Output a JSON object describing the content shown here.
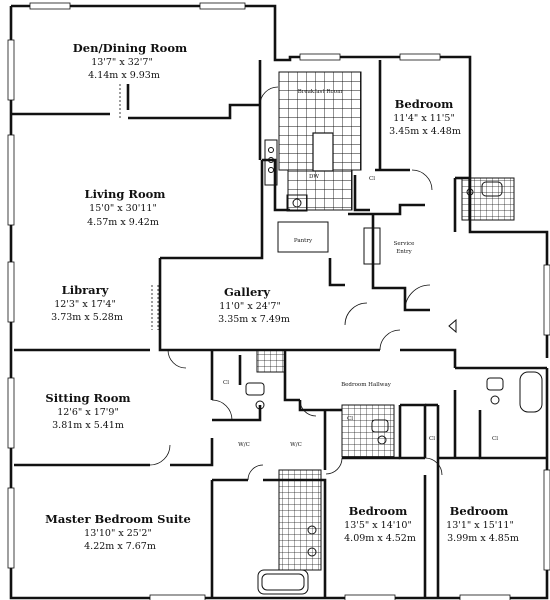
{
  "rooms": {
    "den_dining": {
      "name": "Den/Dining Room",
      "dim_imperial": "13'7\" x 32'7\"",
      "dim_metric": "4.14m x 9.93m"
    },
    "living": {
      "name": "Living Room",
      "dim_imperial": "15'0\" x 30'11\"",
      "dim_metric": "4.57m x 9.42m"
    },
    "library": {
      "name": "Library",
      "dim_imperial": "12'3\" x 17'4\"",
      "dim_metric": "3.73m x 5.28m"
    },
    "gallery": {
      "name": "Gallery",
      "dim_imperial": "11'0\" x 24'7\"",
      "dim_metric": "3.35m x 7.49m"
    },
    "sitting": {
      "name": "Sitting Room",
      "dim_imperial": "12'6\" x 17'9\"",
      "dim_metric": "3.81m x 5.41m"
    },
    "master": {
      "name": "Master Bedroom Suite",
      "dim_imperial": "13'10\" x 25'2\"",
      "dim_metric": "4.22m x 7.67m"
    },
    "bedroom_ne": {
      "name": "Bedroom",
      "dim_imperial": "11'4\" x 11'5\"",
      "dim_metric": "3.45m x 4.48m"
    },
    "bedroom_s1": {
      "name": "Bedroom",
      "dim_imperial": "13'5\" x 14'10\"",
      "dim_metric": "4.09m x 4.52m"
    },
    "bedroom_s2": {
      "name": "Bedroom",
      "dim_imperial": "13'1\" x 15'11\"",
      "dim_metric": "3.99m x 4.85m"
    }
  },
  "labels": {
    "breakfast": "Breakfast Room",
    "pantry": "Pantry",
    "service_line1": "Service",
    "service_line2": "Entry",
    "bedroom_hallway": "Bedroom Hallway",
    "wic": "W/C",
    "cl": "Cl",
    "dw": "DW"
  }
}
